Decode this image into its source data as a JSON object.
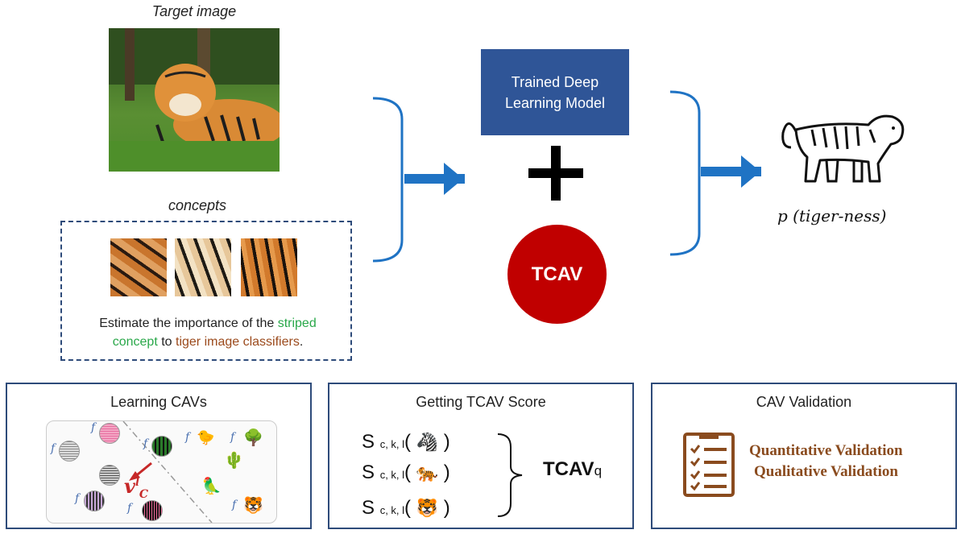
{
  "target_image_label": "Target image",
  "concepts_label": "concepts",
  "concept_text": {
    "part1": "Estimate the importance of the ",
    "striped": "striped",
    "concept": "concept",
    "part2": " to ",
    "tiger_classifiers": "tiger image classifiers",
    "end": "."
  },
  "model_box": {
    "line1": "Trained Deep",
    "line2": "Learning Model"
  },
  "tcav_circle": "TCAV",
  "output_label": "p (tiger-ness)",
  "panels": {
    "learning_cavs": {
      "title": "Learning CAVs",
      "vector_label": "v",
      "vector_sup": "l",
      "vector_sub": "C",
      "func": "f"
    },
    "tcav_score": {
      "title": "Getting TCAV Score",
      "s": "S",
      "subscript": "c, k, l",
      "tcavq_main": "TCAV",
      "tcavq_sub": "q"
    },
    "cav_validation": {
      "title": "CAV Validation",
      "items": [
        "Quantitative Validation",
        "Qualitative Validation"
      ]
    }
  },
  "colors": {
    "arrow_blue": "#1f73c4",
    "box_blue": "#2f5597",
    "tcav_red": "#c00000",
    "panel_border": "#2e4b7a",
    "green_text": "#2aa84a",
    "brown_text": "#9b4a1c",
    "validation_brown": "#8a4b1e"
  }
}
